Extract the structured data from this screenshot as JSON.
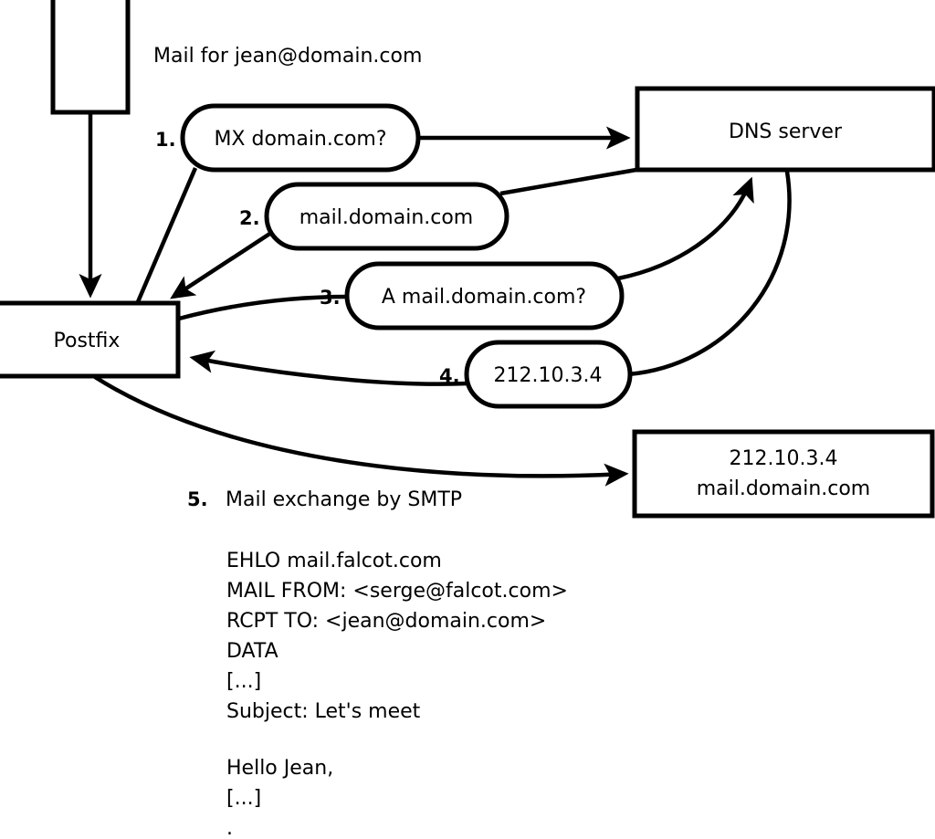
{
  "diagram": {
    "title_label": "Mail for jean@domain.com",
    "nodes": {
      "sender": {
        "label": ""
      },
      "postfix": {
        "label": "Postfix"
      },
      "dns": {
        "label": "DNS server"
      },
      "mailserver": {
        "line1": "212.10.3.4",
        "line2": "mail.domain.com"
      }
    },
    "steps": [
      {
        "num": "1.",
        "label": "MX domain.com?"
      },
      {
        "num": "2.",
        "label": "mail.domain.com"
      },
      {
        "num": "3.",
        "label": "A mail.domain.com?"
      },
      {
        "num": "4.",
        "label": "212.10.3.4"
      }
    ],
    "step5": {
      "num": "5.",
      "label": "Mail exchange by SMTP"
    },
    "transcript": [
      "EHLO mail.falcot.com",
      "MAIL FROM: <serge@falcot.com>",
      "RCPT TO: <jean@domain.com>",
      "DATA",
      "[...]",
      "Subject: Let's meet",
      "",
      "Hello Jean,",
      "[...]",
      "."
    ],
    "colors": {
      "stroke": "#000000",
      "fill": "#ffffff",
      "text": "#000000"
    }
  }
}
